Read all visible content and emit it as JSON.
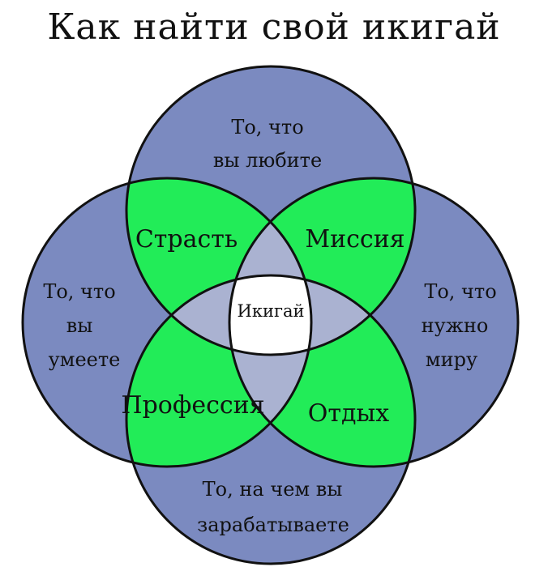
{
  "title": "Как найти свой икигай",
  "colors": {
    "outer": "#7b8ac0",
    "pairwise": "#22ec58",
    "triple": "#aab2d1",
    "center": "#ffffff",
    "stroke": "#111111"
  },
  "circles": {
    "top": [
      "То, что",
      "вы любите"
    ],
    "left": [
      "То, что",
      "вы",
      "умеете"
    ],
    "right": [
      "То, что",
      "нужно",
      "миру"
    ],
    "bottom": [
      "То, на чем вы",
      "зарабатываете"
    ]
  },
  "overlaps": {
    "passion": "Страсть",
    "mission": "Миссия",
    "profession": "Профессия",
    "vocation": "Отдых"
  },
  "center": "Икигай"
}
